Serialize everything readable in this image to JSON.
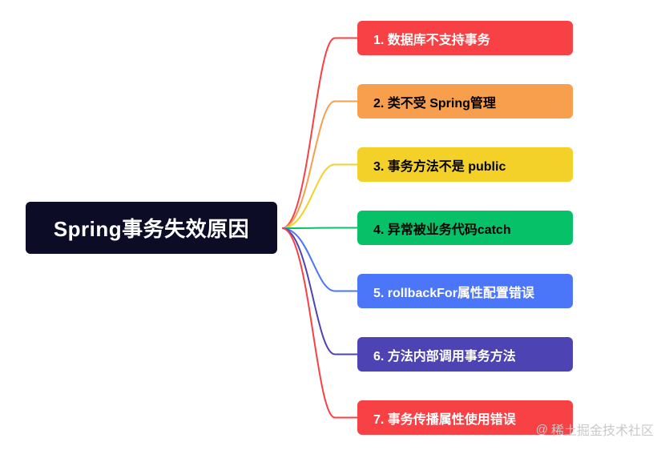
{
  "root": {
    "label": "Spring事务失效原因"
  },
  "branches": [
    {
      "label": "1. 数据库不支持事务",
      "color": "#f84144",
      "text_color": "#ffffff"
    },
    {
      "label": "2. 类不受 Spring管理",
      "color": "#f79f4c",
      "text_color": "#000000"
    },
    {
      "label": "3. 事务方法不是 public",
      "color": "#f4d129",
      "text_color": "#000000"
    },
    {
      "label": "4. 异常被业务代码catch",
      "color": "#06c168",
      "text_color": "#000000"
    },
    {
      "label": "5. rollbackFor属性配置错误",
      "color": "#4b76fa",
      "text_color": "#ffffff"
    },
    {
      "label": "6. 方法内部调用事务方法",
      "color": "#4d43b3",
      "text_color": "#ffffff"
    },
    {
      "label": "7. 事务传播属性使用错误",
      "color": "#f84144",
      "text_color": "#ffffff"
    }
  ],
  "watermark": {
    "icon": "at-icon",
    "text": "稀土掘金技术社区"
  }
}
